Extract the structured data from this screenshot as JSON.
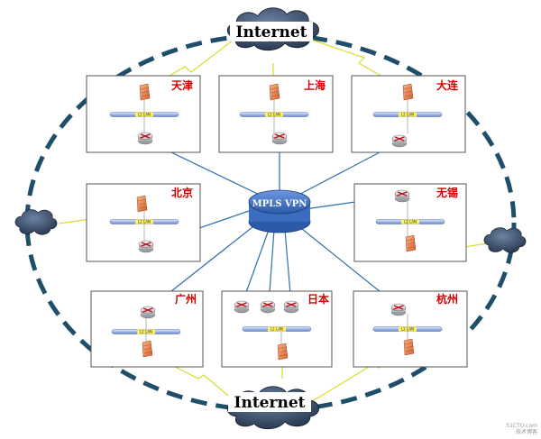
{
  "internet_top": "Internet",
  "internet_bottom": "Internet",
  "mpls": "MPLS VPN",
  "lan_label": "L2 LAN",
  "sites": {
    "tianjin": "天津",
    "shanghai": "上海",
    "dalian": "大连",
    "beijing": "北京",
    "wuxi": "无锡",
    "guangzhou": "广州",
    "japan": "日本",
    "hangzhou": "杭州"
  },
  "watermark": {
    "line1": "51CTO.com",
    "line2": "技术博客"
  },
  "colors": {
    "ring": "#1f4e6b",
    "mpls_fill": "#3b6fc2",
    "link": "#2a6fb0",
    "lightning": "#d8dc2c",
    "site_label": "#d40000"
  }
}
